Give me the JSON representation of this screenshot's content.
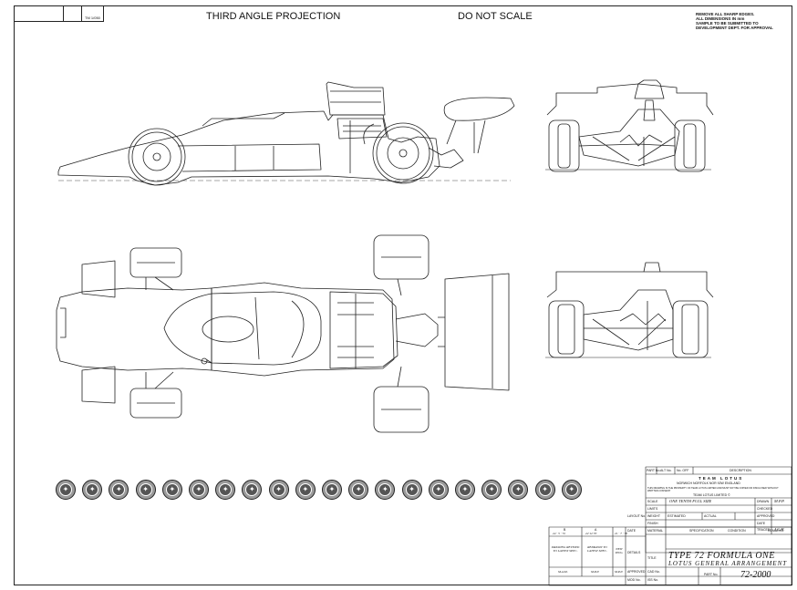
{
  "header": {
    "corner_code": "TM 1/050",
    "projection_label": "THIRD ANGLE PROJECTION",
    "scale_warning": "DO NOT SCALE"
  },
  "notes": {
    "lines": [
      "REMOVE ALL SHARP EDGES.",
      "ALL DIMENSIONS IN mm",
      "SAMPLE TO BE SUBMITTED TO",
      "DEVELOPMENT DEPT. FOR APPROVAL"
    ]
  },
  "logos": {
    "count": 20,
    "glyph": "✦"
  },
  "title_block": {
    "revision_headers": {
      "part_no": "PART No.",
      "alt_no": "ALT No.",
      "no_off": "No. OFF",
      "description": "DESCRIPTION"
    },
    "company": {
      "name": "TEAM LOTUS",
      "address": "NORWICH  NORFOLK  NOR 92W  ENGLAND",
      "copyright": "TEAM LOTUS LIMITED  ©",
      "fine_print": "THIS DRAWING IS THE PROPERTY OF TEAM LOTUS LIMITED AND MUST NOT BE COPIED OR DISCLOSED WITHOUT WRITTEN CONSENT"
    },
    "fields": {
      "scale_label": "SCALE",
      "scale_value": "ONE TENTH FULL SIZE",
      "limits_label": "LIMITS",
      "layout_label": "LAYOUT No.",
      "weight_label": "WEIGHT",
      "estimated_label": "ESTIMATED",
      "actual_label": "ACTUAL",
      "finish_label": "FINISH",
      "material_label": "MATERIAL",
      "specification_label": "SPECIFICATION",
      "condition_label": "CONDITION",
      "remarks_label": "REMARKS",
      "date_label": "DATE",
      "details_label": "DETAILS",
      "title_label": "TITLE",
      "approved_label": "APPROVED",
      "cad_label": "CAD No.",
      "mod_label": "MOD No.",
      "issue_label": "ISS No.",
      "part_no_label": "PART No."
    },
    "signoffs": [
      {
        "label": "DRAWN",
        "value": "M.P.P."
      },
      {
        "label": "CHECKED",
        "value": ""
      },
      {
        "label": "APPROVED",
        "value": ""
      },
      {
        "label": "DATE",
        "value": ""
      },
      {
        "label": "TRACED",
        "value": "J.C.H."
      }
    ],
    "issues": [
      {
        "letter": "B",
        "date": "24 · 5 · 72",
        "change": "DRAWING REVISED TO LATEST SPEC.",
        "by": "M.A.M."
      },
      {
        "letter": "A",
        "date": "22·12·70",
        "change": "REDRAWN TO LATEST SPEC.",
        "by": "M.P.P."
      },
      {
        "letter": "",
        "date": "21 · 7 · 70",
        "change": "NEW DWG.",
        "by": "M.P.P."
      }
    ],
    "title_line1": "TYPE 72 FORMULA ONE",
    "title_line2": "LOTUS  GENERAL ARRANGEMENT",
    "drawing_number": "72-2000"
  }
}
